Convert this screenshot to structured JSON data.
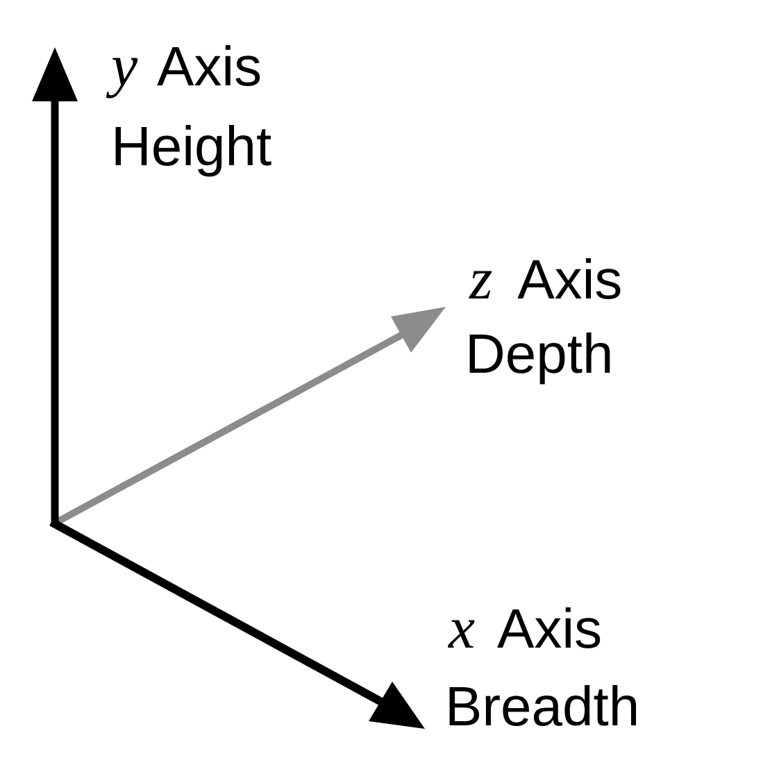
{
  "axes": {
    "y": {
      "variable": "y",
      "title": "Axis",
      "meaning": "Height"
    },
    "z": {
      "variable": "z",
      "title": "Axis",
      "meaning": "Depth"
    },
    "x": {
      "variable": "x",
      "title": "Axis",
      "meaning": "Breadth"
    }
  },
  "colors": {
    "y_axis": "#000000",
    "x_axis": "#000000",
    "z_axis": "#8c8c8c",
    "text": "#000000",
    "background": "#ffffff"
  }
}
